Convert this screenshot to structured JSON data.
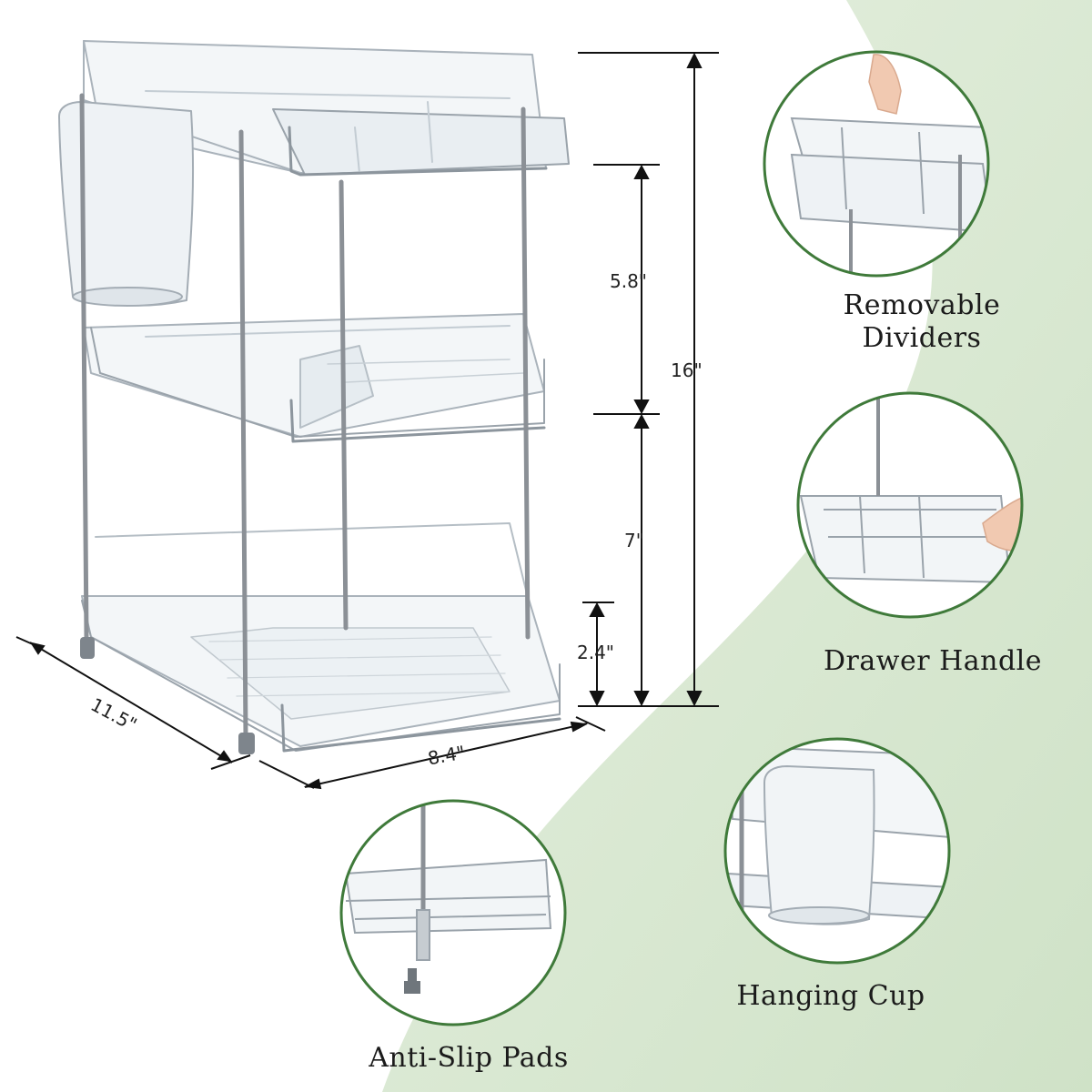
{
  "dimensions": {
    "total_height": "16\"",
    "tier_gap_upper": "5.8\"",
    "tier_gap_lower": "7\"",
    "drawer_depth": "2.4\"",
    "length": "11.5\"",
    "width": "8.4\""
  },
  "features": [
    {
      "id": "removable-dividers",
      "label_line1": "Removable",
      "label_line2": "Dividers",
      "icon": "divider-hand-icon"
    },
    {
      "id": "drawer-handle",
      "label_line1": "Drawer Handle",
      "label_line2": "",
      "icon": "drawer-pull-hand-icon"
    },
    {
      "id": "hanging-cup",
      "label_line1": "Hanging Cup",
      "label_line2": "",
      "icon": "hanging-cup-icon"
    },
    {
      "id": "anti-slip-pads",
      "label_line1": "Anti-Slip Pads",
      "label_line2": "",
      "icon": "rubber-foot-icon"
    }
  ],
  "colors": {
    "background_green": "#d5e6cd",
    "circle_border": "#3f7a3a",
    "frame_metal": "#8b9096",
    "acrylic": "#bcc6cf"
  }
}
